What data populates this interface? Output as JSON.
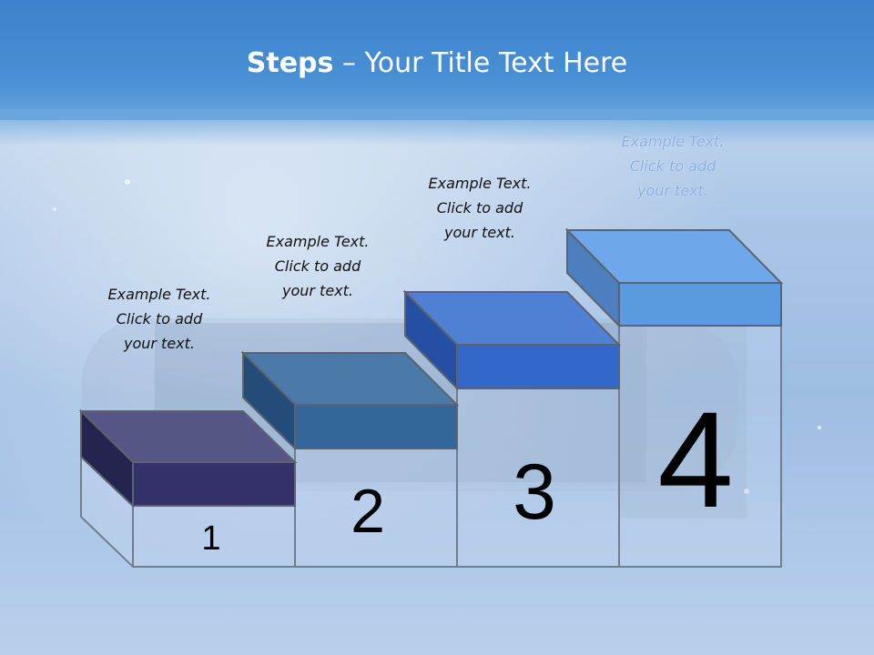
{
  "slide": {
    "title_bold": "Steps",
    "title_rest": " – Your Title Text Here"
  },
  "steps": [
    {
      "number": "1",
      "text_lines": [
        "Example Text.",
        "Click  to add",
        "your text."
      ],
      "color": "#34316a"
    },
    {
      "number": "2",
      "text_lines": [
        "Example Text.",
        "Click  to add",
        "your text."
      ],
      "color": "#33679a"
    },
    {
      "number": "3",
      "text_lines": [
        "Example Text.",
        "Click  to add",
        "your text."
      ],
      "color": "#3168ca"
    },
    {
      "number": "4",
      "text_lines": [
        "Example Text.",
        "Click  to add",
        "your text."
      ],
      "color": "#5a9be0"
    }
  ]
}
